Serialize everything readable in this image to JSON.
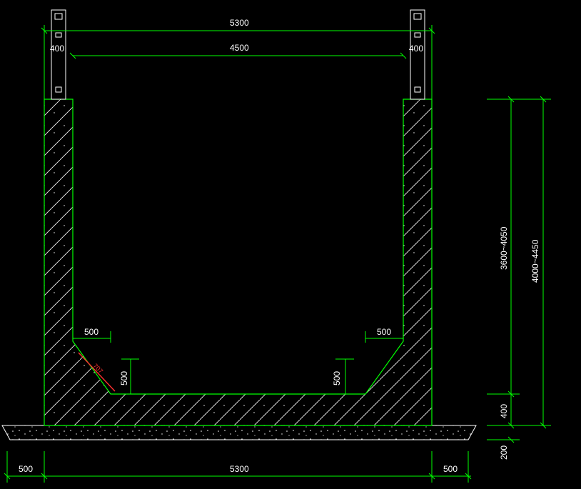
{
  "dimensions": {
    "top_outer": "5300",
    "top_inner": "4500",
    "post_left": "400",
    "post_right": "400",
    "haunch_left_w": "500",
    "haunch_right_w": "500",
    "haunch_left_h": "500",
    "haunch_right_h": "500",
    "haunch_diag": "707",
    "wall_height": "3600~4050",
    "total_height": "4000~4450",
    "slab_thickness": "400",
    "base_thickness": "200",
    "bottom_left": "500",
    "bottom_center": "5300",
    "bottom_right": "500"
  },
  "colors": {
    "background": "#000000",
    "dimension": "#00ff00",
    "outline": "#ffffff",
    "highlight": "#ff3030"
  }
}
